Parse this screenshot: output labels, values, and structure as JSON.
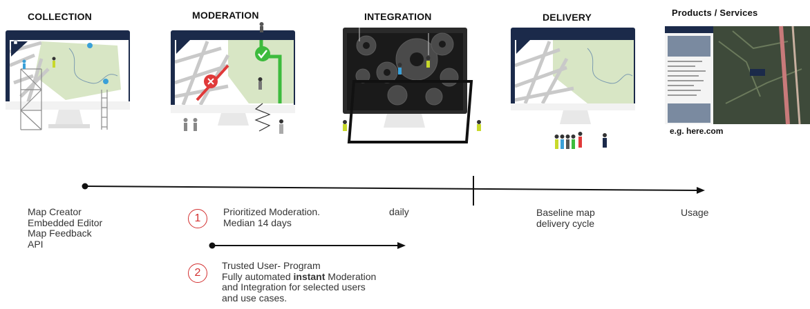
{
  "stages": [
    {
      "title": "COLLECTION"
    },
    {
      "title": "MODERATION"
    },
    {
      "title": "INTEGRATION"
    },
    {
      "title": "DELIVERY"
    },
    {
      "title": "Products / Services"
    }
  ],
  "example_caption": "e.g. here.com",
  "timeline": {
    "collection_sources": [
      "Map Creator",
      "Embedded Editor",
      "Map Feedback",
      "API"
    ],
    "step1_number": "1",
    "step1_lines": [
      "Prioritized Moderation.",
      "Median 14 days"
    ],
    "daily": "daily",
    "delivery_lines": [
      "Baseline map",
      "delivery cycle"
    ],
    "usage": "Usage",
    "step2_number": "2",
    "step2_title": "Trusted User- Program",
    "step2_line1_pre": "Fully automated ",
    "step2_line1_bold": "instant",
    "step2_line1_post": " Moderation",
    "step2_line2": "and Integration for selected users",
    "step2_line3": "and use cases."
  },
  "colors": {
    "screen_navy": "#1b2a4a",
    "map_green": "#d8e6c5",
    "accent_blue": "#3aa0d8",
    "accent_green": "#3dbb3d",
    "error_red": "#e03a3a",
    "gear_dark": "#3b3b3b",
    "circle_red": "#d32f2f"
  }
}
